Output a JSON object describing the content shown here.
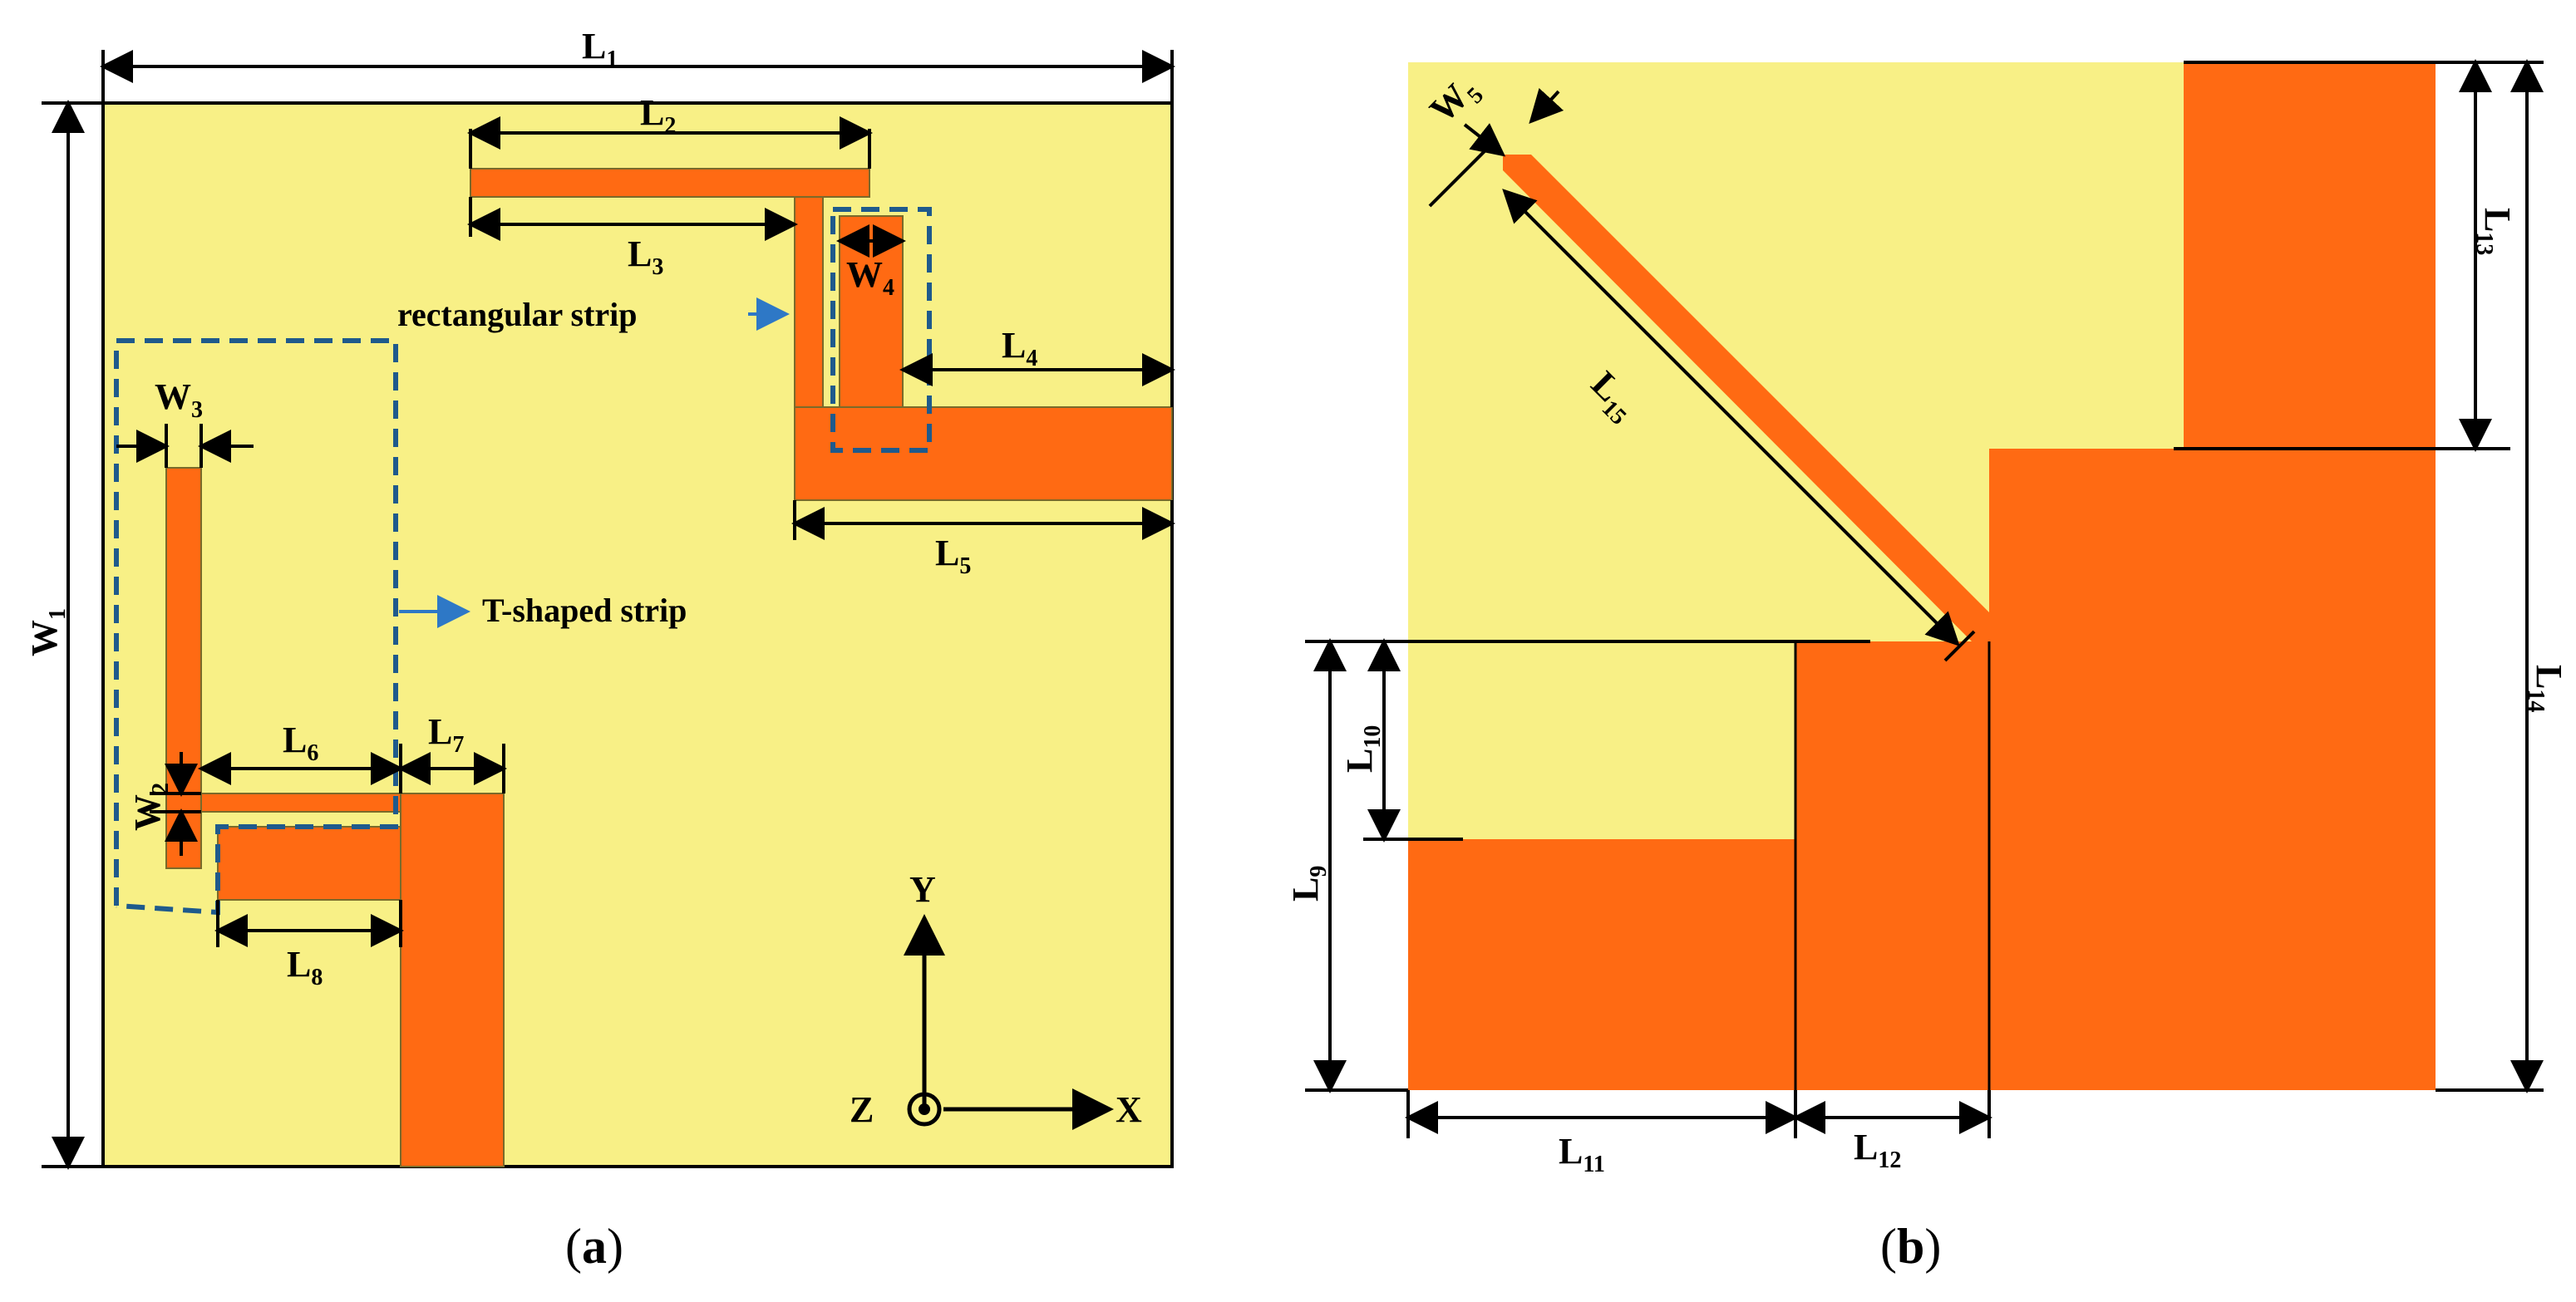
{
  "colors": {
    "substrate": "#F8F086",
    "copper": "#FF6A13",
    "dimension": "#000000",
    "annotation": "#2E78C6",
    "dashed": "#1F5A8C"
  },
  "panel_a": {
    "caption_open": "(",
    "caption_letter": "a",
    "caption_close": ")",
    "labels": {
      "L1": {
        "base": "L",
        "sub": "1"
      },
      "L2": {
        "base": "L",
        "sub": "2"
      },
      "L3": {
        "base": "L",
        "sub": "3"
      },
      "L4": {
        "base": "L",
        "sub": "4"
      },
      "L5": {
        "base": "L",
        "sub": "5"
      },
      "L6": {
        "base": "L",
        "sub": "6"
      },
      "L7": {
        "base": "L",
        "sub": "7"
      },
      "L8": {
        "base": "L",
        "sub": "8"
      },
      "W1": {
        "base": "W",
        "sub": "1"
      },
      "W2": {
        "base": "W",
        "sub": "2"
      },
      "W3": {
        "base": "W",
        "sub": "3"
      },
      "W4": {
        "base": "W",
        "sub": "4"
      }
    },
    "annotations": {
      "rect_strip": "rectangular strip",
      "t_strip": "T-shaped strip"
    },
    "axes": {
      "x": "X",
      "y": "Y",
      "z": "Z"
    }
  },
  "panel_b": {
    "caption_open": "(",
    "caption_letter": "b",
    "caption_close": ")",
    "labels": {
      "L9": {
        "base": "L",
        "sub": "9"
      },
      "L10": {
        "base": "L",
        "sub": "10"
      },
      "L11": {
        "base": "L",
        "sub": "11"
      },
      "L12": {
        "base": "L",
        "sub": "12"
      },
      "L13": {
        "base": "L",
        "sub": "13"
      },
      "L14": {
        "base": "L",
        "sub": "14"
      },
      "L15": {
        "base": "L",
        "sub": "15"
      },
      "W5": {
        "base": "W",
        "sub": "5"
      }
    }
  }
}
